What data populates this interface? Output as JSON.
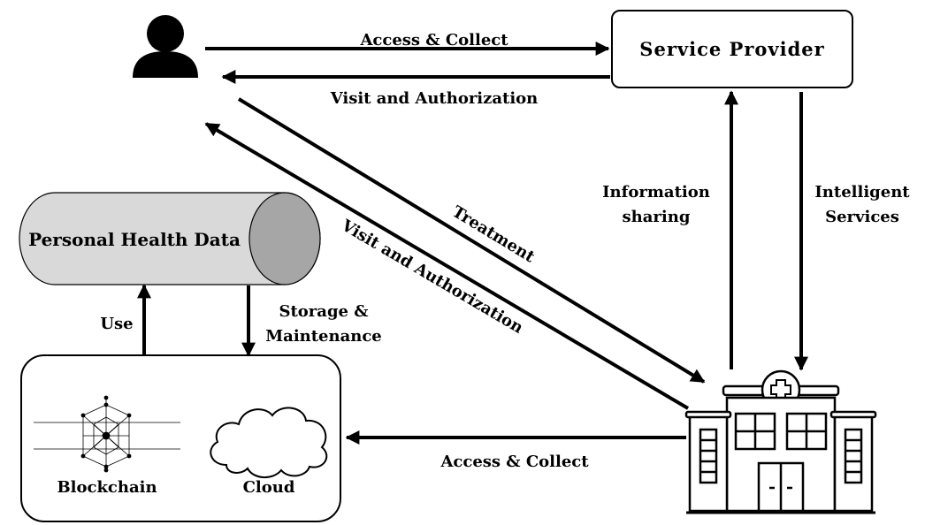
{
  "nodes": {
    "user": {
      "icon": "user-icon"
    },
    "service_provider": {
      "label": "Service Provider"
    },
    "personal_health_data": {
      "label": "Personal Health Data",
      "icon": "cylinder-icon",
      "body_color": "#d9d9d9",
      "end_color": "#a6a6a6"
    },
    "storage_box": {
      "blockchain": {
        "label": "Blockchain",
        "icon": "blockchain-icon"
      },
      "cloud": {
        "label": "Cloud",
        "icon": "cloud-icon"
      }
    },
    "hospital": {
      "icon": "hospital-icon"
    }
  },
  "edges": {
    "user_to_sp": "Access & Collect",
    "sp_to_user": "Visit and Authorization",
    "treatment": "Treatment",
    "visit_auth_diag": "Visit and Authorization",
    "info_sharing_line1": "Information",
    "info_sharing_line2": "sharing",
    "intelligent_line1": "Intelligent",
    "intelligent_line2": "Services",
    "use": "Use",
    "storage_line1": "Storage &",
    "storage_line2": "Maintenance",
    "hospital_to_storage": "Access & Collect"
  }
}
